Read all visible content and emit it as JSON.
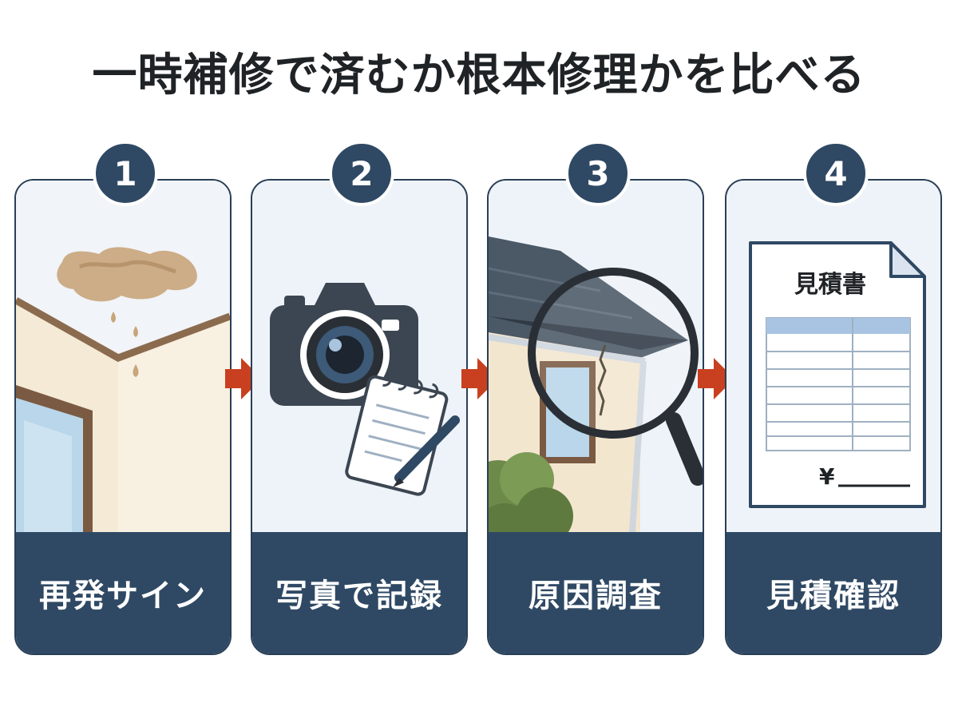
{
  "title": "一時補修で済むか根本修理かを比べる",
  "steps": [
    {
      "number": "1",
      "label": "再発サイン"
    },
    {
      "number": "2",
      "label": "写真で記録"
    },
    {
      "number": "3",
      "label": "原因調査"
    },
    {
      "number": "4",
      "label": "見積確認"
    }
  ],
  "estimate": {
    "heading": "見積書",
    "yen": "¥"
  },
  "colors": {
    "navy": "#2f4964",
    "arrow": "#c8401f",
    "card_bg": "#eef3f9"
  }
}
